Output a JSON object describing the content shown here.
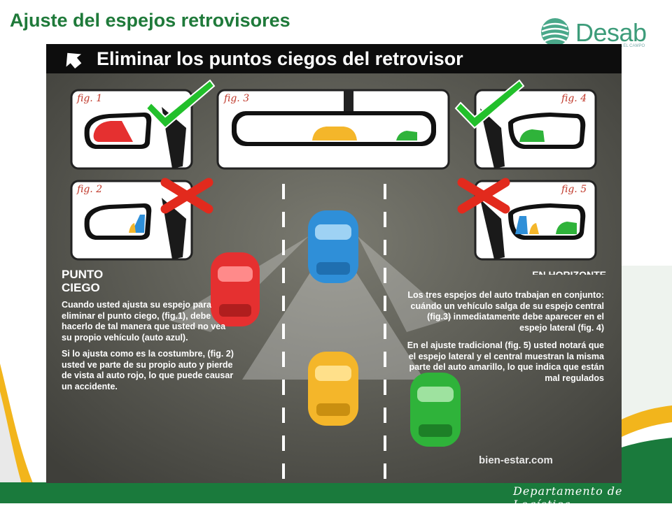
{
  "slide": {
    "title": "Ajuste del espejos retrovisores",
    "footer": "Departamento de Logística"
  },
  "logo": {
    "name": "Desab",
    "tagline": "A EL CAMPO"
  },
  "infographic": {
    "header": "Eliminar los puntos ciegos del retrovisor",
    "figures": [
      "fig. 1",
      "fig. 2",
      "fig. 3",
      "fig. 4",
      "fig. 5"
    ],
    "left": {
      "heading_line1": "PUNTO",
      "heading_line2": "CIEGO",
      "paragraph1": "Cuando usted ajusta su espejo para eliminar el punto ciego, (fig.1), debe hacerlo de tal manera que usted no vea su propio vehículo (auto azul).",
      "paragraph2": "Si lo ajusta como es la costumbre, (fig. 2) usted ve parte de su propio auto y pierde de vista al auto rojo, lo que puede causar un accidente."
    },
    "right": {
      "heading": "EN HORIZONTE",
      "paragraph1": "Los tres espejos del auto trabajan en conjunto: cuándo un vehículo salga de su espejo central (fig.3) inmediatamente debe aparecer en el espejo lateral (fig. 4)",
      "paragraph2": "En el ajuste tradicional (fig. 5) usted notará que el espejo lateral y el central muestran la misma parte del auto amarillo, lo que indica que están mal regulados"
    },
    "watermark": "bien-estar.com"
  },
  "colors": {
    "title_green": "#1f7a3a",
    "footer_green": "#1a7a3c",
    "accent_yellow": "#f2b51c",
    "check_green": "#22c02b",
    "cross_red": "#e22a1d",
    "car_blue": "#2f8fd8",
    "car_red": "#e53030",
    "car_yellow": "#f4b62a",
    "car_green": "#2fb33a"
  }
}
